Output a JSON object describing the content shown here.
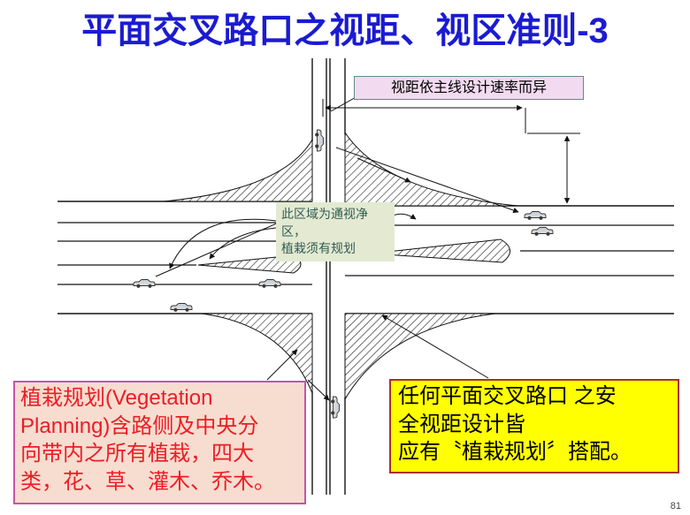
{
  "slide": {
    "title": "平面交叉路口之视距、视区准则-3",
    "page_number": "81"
  },
  "callouts": {
    "speed_note": "视距依主线设计速率而异",
    "clear_zone_note": "此区域为通视净区，\n植栽须有规划"
  },
  "notes": {
    "vegetation_planning": "植栽规划(Vegetation\nPlanning)含路侧及中央分\n向带内之所有植栽，四大\n类，花、草、灌木、乔木。",
    "safety_sight": "任何平面交叉路口 之安\n全视距设计皆\n应有〝植栽规划〞搭配。"
  },
  "colors": {
    "title_blue": "#1b1bd1",
    "speed_note_bg": "#f2daf0",
    "speed_note_border": "#5f8d8d",
    "clear_zone_bg": "#e4e9d2",
    "clear_zone_text": "#2f5d52",
    "vegetation_box_bg": "#f7ddd0",
    "vegetation_box_border": "#c455a5",
    "vegetation_text_red": "#ee1c25",
    "safety_box_bg": "#ffff00",
    "safety_box_border": "#a93226",
    "road_line": "#151515"
  }
}
